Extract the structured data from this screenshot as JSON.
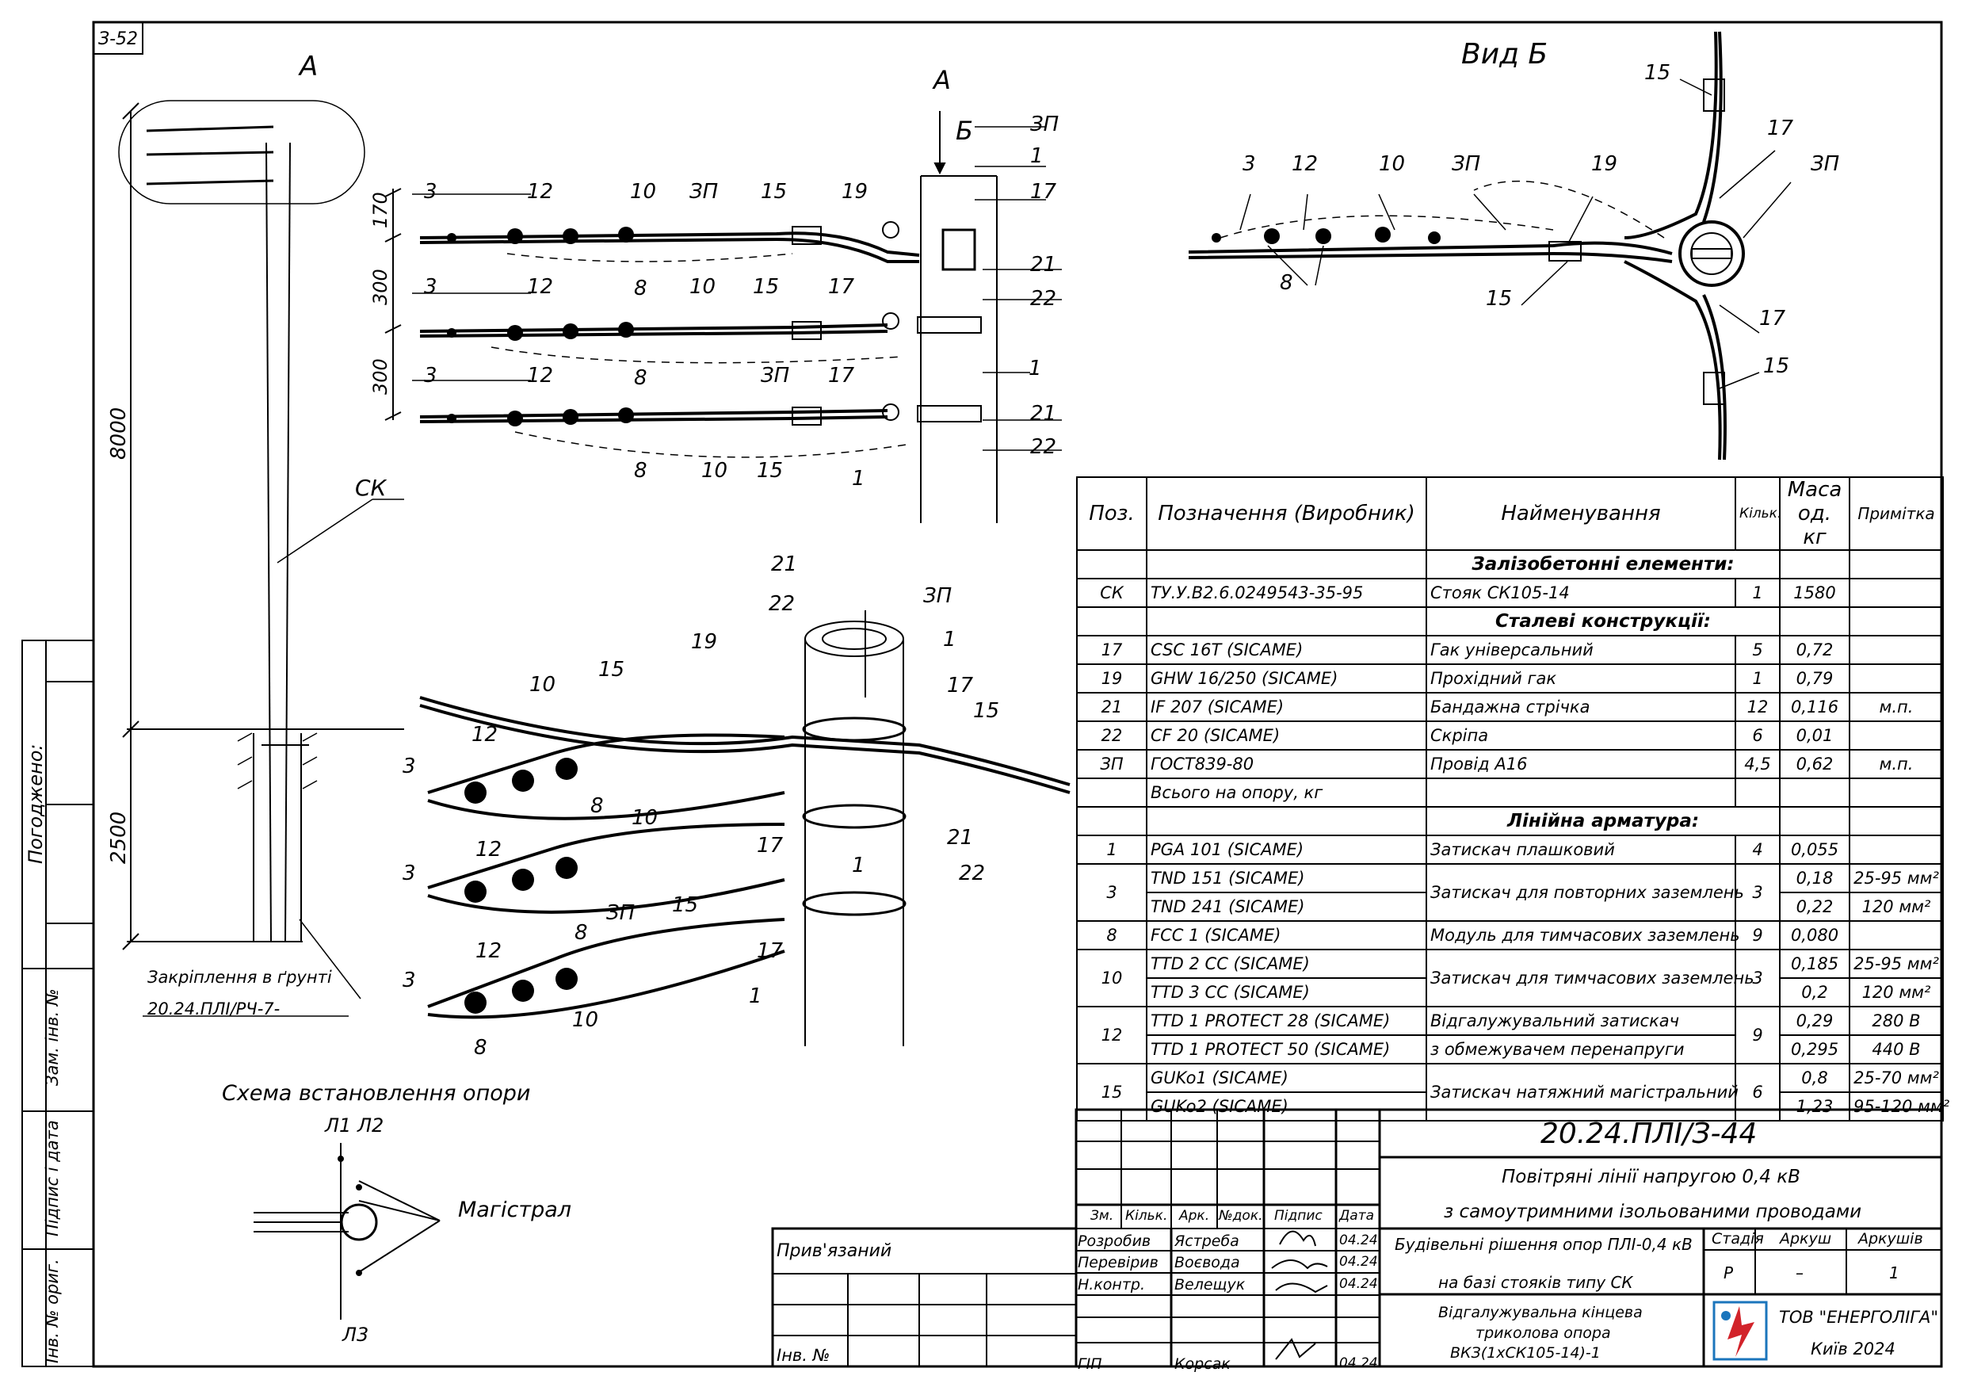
{
  "sheet_label": "З-52",
  "left_column": {
    "approved": "Погоджено:",
    "replaced_inv": "Зам. інв. №",
    "sign_date": "Підпис і дата",
    "inv_orig": "Інв. № ориг."
  },
  "elevation": {
    "view_a": "А",
    "height_above": "8000",
    "height_below": "2500",
    "pole": "СК",
    "fixing_label": "Закріплення в ґрунті",
    "fixing_doc": "20.24.ПЛІ/РЧ-7-"
  },
  "detail": {
    "view_a": "А",
    "view_b": "Б",
    "dim_170": "170",
    "dim_300a": "300",
    "dim_300b": "300",
    "callouts": [
      "3",
      "12",
      "10",
      "ЗП",
      "15",
      "19",
      "ЗП",
      "1",
      "17",
      "21",
      "22",
      "3",
      "12",
      "10",
      "15",
      "17",
      "8",
      "8",
      "1",
      "3",
      "12",
      "ЗП",
      "17",
      "21",
      "22",
      "8",
      "10",
      "15",
      "1"
    ]
  },
  "view_b": {
    "title": "Вид Б",
    "callouts": [
      "3",
      "12",
      "10",
      "ЗП",
      "19",
      "15",
      "17",
      "ЗП",
      "8",
      "15",
      "17",
      "15"
    ]
  },
  "iso": {
    "callouts": [
      "21",
      "22",
      "ЗП",
      "19",
      "1",
      "10",
      "15",
      "17",
      "15",
      "12",
      "3",
      "8",
      "10",
      "17",
      "1",
      "21",
      "22",
      "3",
      "12",
      "ЗП",
      "15",
      "8",
      "3",
      "12",
      "17",
      "1",
      "8",
      "10"
    ]
  },
  "scheme": {
    "title": "Схема встановлення опори",
    "l1l2": "Л1 Л2",
    "l3": "Л3",
    "main": "Магістрал"
  },
  "spec": {
    "headers": {
      "pos": "Поз.",
      "desig": "Позначення (Виробник)",
      "name": "Найменування",
      "qty": "Кільк.",
      "mass": "Маса од. кг",
      "note": "Примітка"
    },
    "sections": {
      "concrete": "Залізобетонні елементи:",
      "steel": "Сталеві конструкції:",
      "fittings": "Лінійна арматура:"
    },
    "concrete_rows": [
      {
        "pos": "СК",
        "desig": "ТУ.У.В2.6.0249543-35-95",
        "name": "Стояк СК105-14",
        "qty": "1",
        "mass": "1580",
        "note": ""
      }
    ],
    "steel_rows": [
      {
        "pos": "17",
        "desig": "CSC 16T   (SICAME)",
        "name": "Гак універсальний",
        "qty": "5",
        "mass": "0,72",
        "note": ""
      },
      {
        "pos": "19",
        "desig": "GHW 16/250   (SICAME)",
        "name": "Прохідний гак",
        "qty": "1",
        "mass": "0,79",
        "note": ""
      },
      {
        "pos": "21",
        "desig": "IF 207   (SICAME)",
        "name": "Бандажна стрічка",
        "qty": "12",
        "mass": "0,116",
        "note": "м.п."
      },
      {
        "pos": "22",
        "desig": "CF 20   (SICAME)",
        "name": "Скріпа",
        "qty": "6",
        "mass": "0,01",
        "note": ""
      },
      {
        "pos": "ЗП",
        "desig": "ГОСТ839-80",
        "name": "Провід А16",
        "qty": "4,5",
        "mass": "0,62",
        "note": "м.п."
      },
      {
        "pos": "",
        "desig": "Всього на опору, кг",
        "name": "",
        "qty": "",
        "mass": "",
        "note": ""
      }
    ],
    "fitting_rows": [
      {
        "pos": "1",
        "desig": "PGA 101   (SICAME)",
        "name": "Затискач плашковий",
        "qty": "4",
        "mass": "0,055",
        "note": ""
      },
      {
        "pos": "3",
        "desig": "TND 151   (SICAME)",
        "desig2": "TND 241   (SICAME)",
        "name": "Затискач для повторних заземлень",
        "qty": "3",
        "mass": "0,18",
        "mass2": "0,22",
        "note": "25-95 мм²",
        "note2": "120 мм²"
      },
      {
        "pos": "8",
        "desig": "FCC 1   (SICAME)",
        "name": "Модуль для тимчасових заземлень",
        "qty": "9",
        "mass": "0,080",
        "note": ""
      },
      {
        "pos": "10",
        "desig": "TTD 2 CC   (SICAME)",
        "desig2": "TTD 3 CC   (SICAME)",
        "name": "Затискач для тимчасових заземлень",
        "qty": "3",
        "mass": "0,185",
        "mass2": "0,2",
        "note": "25-95 мм²",
        "note2": "120 мм²"
      },
      {
        "pos": "12",
        "desig": "TTD 1 PROTECT 28   (SICAME)",
        "desig2": "TTD 1 PROTECT 50   (SICAME)",
        "name": "Відгалужувальний затискач",
        "name2": "з обмежувачем перенапруги",
        "qty": "9",
        "mass": "0,29",
        "mass2": "0,295",
        "note": "280 В",
        "note2": "440 В"
      },
      {
        "pos": "15",
        "desig": "GUKo1   (SICAME)",
        "desig2": "GUKo2   (SICAME)",
        "name": "Затискач натяжний магістральний",
        "qty": "6",
        "mass": "0,8",
        "mass2": "1,23",
        "note": "25-70 мм²",
        "note2": "95-120 мм²"
      }
    ]
  },
  "title_block": {
    "doc_code": "20.24.ПЛІ/З-44",
    "project_line1": "Повітряні лінії напругою 0,4 кВ",
    "project_line2": "з самоутримними ізольованими проводами",
    "section_line1": "Будівельні рішення опор ПЛІ-0,4 кВ",
    "section_line2": "на базі стояків типу СК",
    "sheet_title_1": "Відгалужувальна кінцева",
    "sheet_title_2": "триколова опора",
    "sheet_title_3": "ВКЗ(1хСК105-14)-1",
    "col_headers": [
      "Зм.",
      "Кільк.",
      "Арк.",
      "№док.",
      "Підпис",
      "Дата"
    ],
    "stage_label": "Стадія",
    "sheet_label": "Аркуш",
    "sheets_label": "Аркушів",
    "stage": "Р",
    "sheet": "–",
    "sheets": "1",
    "company": "ТОВ \"ЕНЕРГОЛІГА\"",
    "city_year": "Київ 2024",
    "bound": "Прив'язаний",
    "inv_no": "Інв. №",
    "people": [
      {
        "role": "Розробив",
        "name": "Ястреба",
        "date": "04.24"
      },
      {
        "role": "Перевірив",
        "name": "Воєвода",
        "date": "04.24"
      },
      {
        "role": "Н.контр.",
        "name": "Велещук",
        "date": "04.24"
      },
      {
        "role": "ГІП",
        "name": "Корсак",
        "date": "04.24"
      }
    ],
    "logo_colors": {
      "red": "#d2232a",
      "blue": "#1b75bc"
    }
  }
}
